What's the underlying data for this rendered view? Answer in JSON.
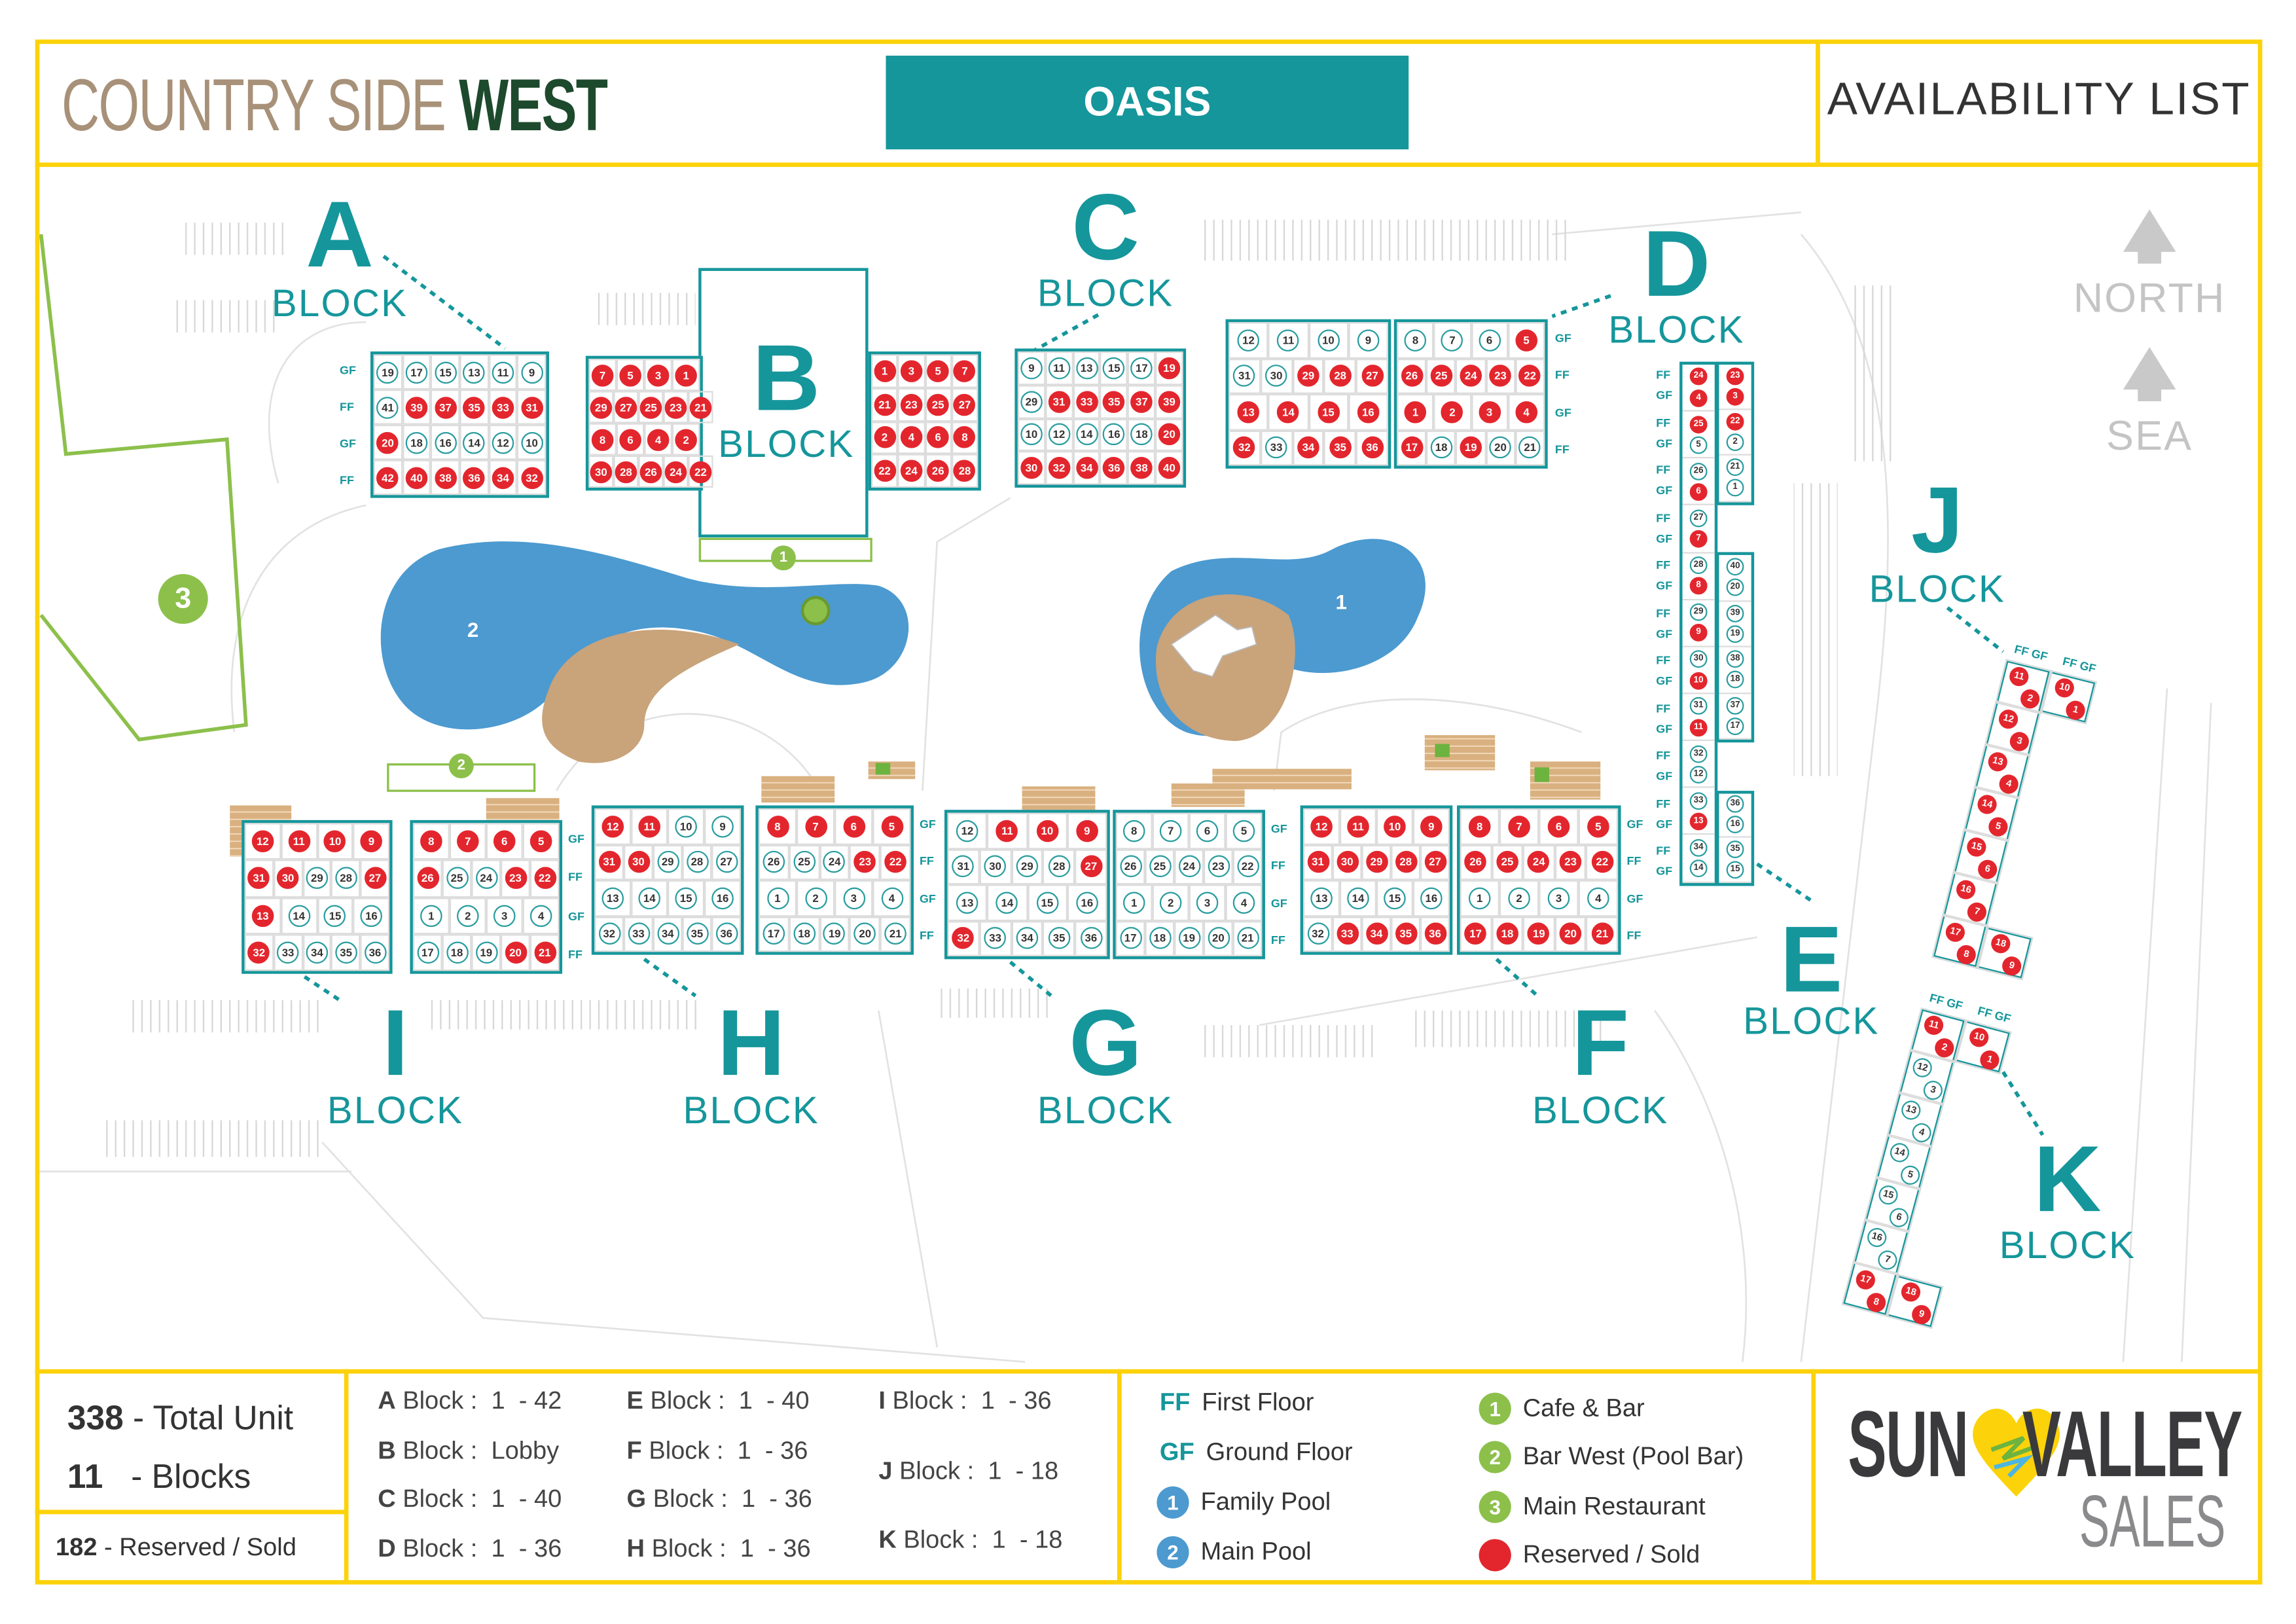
{
  "header": {
    "title_main": "COUNTRY SIDE",
    "title_accent": "WEST",
    "project": "OASIS",
    "list_title": "AVAILABILITY LIST"
  },
  "compass": {
    "north": "NORTH",
    "sea": "SEA"
  },
  "colors": {
    "teal": "#15969b",
    "red": "#e3262d",
    "yellow": "#fcd20a",
    "green": "#8cc04b",
    "blue": "#4c9ad0",
    "sand": "#c9a37a"
  },
  "block_word": "BLOCK",
  "lobby": {
    "letter": "B"
  },
  "markers": {
    "cafe": "1",
    "bar_west": "2",
    "restaurant": "3",
    "family_pool": "1",
    "main_pool": "2"
  },
  "blocks": [
    {
      "letter": "A",
      "floors": [
        "GF",
        "FF",
        "GF",
        "FF"
      ],
      "sections": [
        [
          [
            19,
            17,
            15,
            13,
            11,
            9
          ],
          [
            41,
            39,
            37,
            35,
            33,
            31
          ],
          [
            20,
            18,
            16,
            14,
            12,
            10
          ],
          [
            42,
            40,
            38,
            36,
            34,
            32
          ]
        ],
        [
          [
            7,
            5,
            3,
            1
          ],
          [
            29,
            27,
            25,
            23,
            21
          ],
          [
            8,
            6,
            4,
            2
          ],
          [
            30,
            28,
            26,
            24,
            22
          ]
        ]
      ],
      "sold": [
        39,
        37,
        35,
        33,
        31,
        20,
        42,
        40,
        38,
        36,
        34,
        32,
        7,
        5,
        3,
        1,
        29,
        27,
        25,
        23,
        21,
        8,
        6,
        4,
        2,
        30,
        28,
        26,
        24,
        22
      ]
    },
    {
      "letter": "C",
      "floors": [],
      "sections": [
        [
          [
            1,
            3,
            5,
            7
          ],
          [
            21,
            23,
            25,
            27
          ],
          [
            2,
            4,
            6,
            8
          ],
          [
            22,
            24,
            26,
            28
          ]
        ],
        [
          [
            9,
            11,
            13,
            15,
            17,
            19
          ],
          [
            29,
            31,
            33,
            35,
            37,
            39
          ],
          [
            10,
            12,
            14,
            16,
            18,
            20
          ],
          [
            30,
            32,
            34,
            36,
            38,
            40
          ]
        ]
      ],
      "sold": [
        1,
        3,
        5,
        7,
        21,
        23,
        25,
        27,
        2,
        4,
        6,
        8,
        22,
        24,
        26,
        28,
        19,
        31,
        33,
        35,
        37,
        39,
        20,
        30,
        32,
        34,
        36,
        38,
        40
      ]
    },
    {
      "letter": "D",
      "floors": [
        "GF",
        "FF",
        "GF",
        "FF"
      ],
      "sections": [
        [
          [
            12,
            11,
            10,
            9
          ],
          [
            31,
            30,
            29,
            28,
            27
          ],
          [
            13,
            14,
            15,
            16
          ],
          [
            32,
            33,
            34,
            35,
            36
          ]
        ],
        [
          [
            8,
            7,
            6,
            5
          ],
          [
            26,
            25,
            24,
            23,
            22
          ],
          [
            1,
            2,
            3,
            4
          ],
          [
            17,
            18,
            19,
            20,
            21
          ]
        ]
      ],
      "sold": [
        29,
        28,
        27,
        13,
        14,
        15,
        16,
        32,
        34,
        35,
        36,
        5,
        26,
        25,
        24,
        23,
        22,
        1,
        2,
        3,
        4,
        17,
        19
      ]
    },
    {
      "letter": "I",
      "floors": [
        "GF",
        "FF",
        "GF",
        "FF"
      ],
      "sections": [
        [
          [
            12,
            11,
            10,
            9
          ],
          [
            31,
            30,
            29,
            28,
            27
          ],
          [
            13,
            14,
            15,
            16
          ],
          [
            32,
            33,
            34,
            35,
            36
          ]
        ],
        [
          [
            8,
            7,
            6,
            5
          ],
          [
            26,
            25,
            24,
            23,
            22
          ],
          [
            1,
            2,
            3,
            4
          ],
          [
            17,
            18,
            19,
            20,
            21
          ]
        ]
      ],
      "sold": [
        12,
        11,
        10,
        9,
        31,
        30,
        27,
        13,
        32,
        8,
        7,
        6,
        5,
        26,
        23,
        22,
        20,
        21
      ]
    },
    {
      "letter": "H",
      "floors": [
        "GF",
        "FF",
        "GF",
        "FF"
      ],
      "sections": [
        [
          [
            12,
            11,
            10,
            9
          ],
          [
            31,
            30,
            29,
            28,
            27
          ],
          [
            13,
            14,
            15,
            16
          ],
          [
            32,
            33,
            34,
            35,
            36
          ]
        ],
        [
          [
            8,
            7,
            6,
            5
          ],
          [
            26,
            25,
            24,
            23,
            22
          ],
          [
            1,
            2,
            3,
            4
          ],
          [
            17,
            18,
            19,
            20,
            21
          ]
        ]
      ],
      "sold": [
        12,
        11,
        31,
        30,
        8,
        7,
        6,
        5,
        23,
        22
      ]
    },
    {
      "letter": "G",
      "floors": [
        "GF",
        "FF",
        "GF",
        "FF"
      ],
      "sections": [
        [
          [
            12,
            11,
            10,
            9
          ],
          [
            31,
            30,
            29,
            28,
            27
          ],
          [
            13,
            14,
            15,
            16
          ],
          [
            32,
            33,
            34,
            35,
            36
          ]
        ],
        [
          [
            8,
            7,
            6,
            5
          ],
          [
            26,
            25,
            24,
            23,
            22
          ],
          [
            1,
            2,
            3,
            4
          ],
          [
            17,
            18,
            19,
            20,
            21
          ]
        ]
      ],
      "sold": [
        11,
        10,
        9,
        27,
        32
      ]
    },
    {
      "letter": "F",
      "floors": [
        "GF",
        "FF",
        "GF",
        "FF"
      ],
      "sections": [
        [
          [
            12,
            11,
            10,
            9
          ],
          [
            31,
            30,
            29,
            28,
            27
          ],
          [
            13,
            14,
            15,
            16
          ],
          [
            32,
            33,
            34,
            35,
            36
          ]
        ],
        [
          [
            8,
            7,
            6,
            5
          ],
          [
            26,
            25,
            24,
            23,
            22
          ],
          [
            1,
            2,
            3,
            4
          ],
          [
            17,
            18,
            19,
            20,
            21
          ]
        ]
      ],
      "sold": [
        12,
        11,
        10,
        9,
        31,
        30,
        29,
        28,
        27,
        33,
        34,
        35,
        36,
        8,
        7,
        6,
        5,
        26,
        25,
        24,
        23,
        22,
        17,
        18,
        19,
        20,
        21
      ]
    }
  ],
  "block_e": {
    "letter": "E",
    "floors": [
      "FF",
      "GF"
    ],
    "left": [
      [
        24,
        4
      ],
      [
        25,
        5
      ],
      [
        26,
        6
      ],
      [
        27,
        7
      ],
      [
        28,
        8
      ],
      [
        29,
        9
      ],
      [
        30,
        10
      ],
      [
        31,
        11
      ],
      [
        32,
        12
      ],
      [
        33,
        13
      ],
      [
        34,
        14
      ]
    ],
    "right": [
      [
        [
          23,
          3
        ],
        [
          22,
          2
        ],
        [
          21,
          1
        ]
      ],
      [
        [
          40,
          20
        ],
        [
          39,
          19
        ],
        [
          38,
          18
        ],
        [
          37,
          17
        ]
      ],
      [
        [
          36,
          16
        ],
        [
          35,
          15
        ]
      ]
    ],
    "sold": [
      24,
      4,
      23,
      3,
      25,
      22,
      6,
      7,
      8,
      9,
      10,
      11,
      13
    ]
  },
  "block_j": {
    "letter": "J",
    "floors": [
      "FF",
      "GF"
    ],
    "top": [
      [
        11,
        2
      ],
      [
        10,
        1
      ]
    ],
    "middle": [
      [
        12,
        3
      ],
      [
        13,
        4
      ],
      [
        14,
        5
      ],
      [
        15,
        6
      ],
      [
        16,
        7
      ]
    ],
    "bottom": [
      [
        17,
        8
      ],
      [
        18,
        9
      ]
    ],
    "sold": [
      11,
      2,
      10,
      1,
      12,
      3,
      13,
      4,
      14,
      5,
      15,
      6,
      16,
      7,
      17,
      8,
      18,
      9
    ]
  },
  "block_k": {
    "letter": "K",
    "floors": [
      "FF",
      "GF"
    ],
    "top": [
      [
        11,
        2
      ],
      [
        10,
        1
      ]
    ],
    "middle": [
      [
        12,
        3
      ],
      [
        13,
        4
      ],
      [
        14,
        5
      ],
      [
        15,
        6
      ],
      [
        16,
        7
      ]
    ],
    "bottom": [
      [
        17,
        8
      ],
      [
        18,
        9
      ]
    ],
    "sold": [
      11,
      2,
      10,
      1,
      17,
      8,
      18,
      9
    ]
  },
  "summary": {
    "total_value": "338",
    "total_label": " - Total Unit",
    "blocks_value": "11",
    "blocks_label": "   - Blocks",
    "sold_value": "182",
    "sold_label": " - Reserved / Sold"
  },
  "ranges": [
    {
      "letter": "A",
      "text": " Block :  1  - 42"
    },
    {
      "letter": "B",
      "text": " Block :  Lobby"
    },
    {
      "letter": "C",
      "text": " Block :  1  - 40"
    },
    {
      "letter": "D",
      "text": " Block :  1  - 36"
    },
    {
      "letter": "E",
      "text": " Block :  1  - 40"
    },
    {
      "letter": "F",
      "text": " Block :  1  - 36"
    },
    {
      "letter": "G",
      "text": " Block :  1  - 36"
    },
    {
      "letter": "H",
      "text": " Block :  1  - 36"
    },
    {
      "letter": "I",
      "text": " Block :  1  - 36"
    },
    {
      "letter": "J",
      "text": " Block :  1  - 18"
    },
    {
      "letter": "K",
      "text": " Block :  1  - 18"
    }
  ],
  "legend": {
    "ff_key": "FF",
    "ff_label": "First Floor",
    "gf_key": "GF",
    "gf_label": "Ground Floor",
    "family_pool_key": "1",
    "family_pool_label": "Family Pool",
    "main_pool_key": "2",
    "main_pool_label": "Main Pool",
    "cafe_key": "1",
    "cafe_label": "Cafe & Bar",
    "bar_key": "2",
    "bar_label": "Bar West (Pool Bar)",
    "restaurant_key": "3",
    "restaurant_label": "Main Restaurant",
    "sold_label": "Reserved / Sold"
  },
  "logo": {
    "word1": "SUN",
    "word2": "VALLEY",
    "word3": "SALES"
  }
}
